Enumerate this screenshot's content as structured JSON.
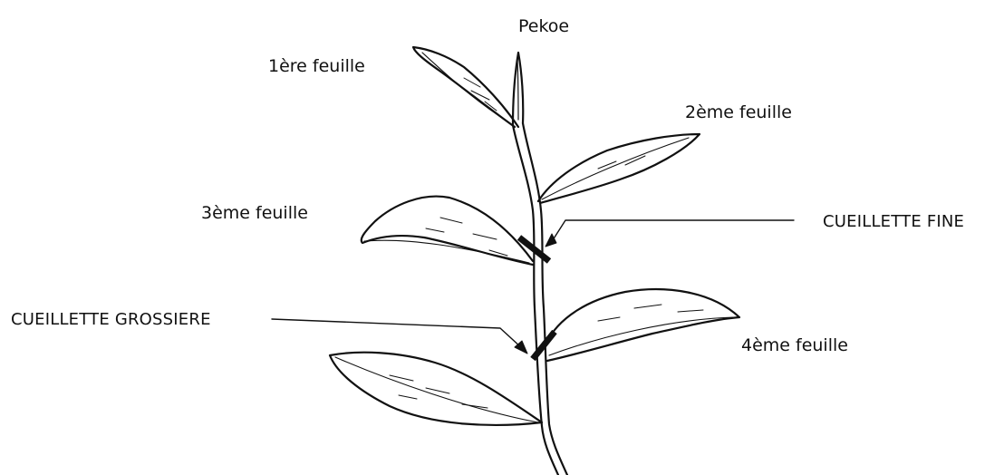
{
  "diagram": {
    "labels": {
      "pekoe": "Pekoe",
      "leaf1": "1ère feuille",
      "leaf2": "2ème feuille",
      "leaf3": "3ème feuille",
      "leaf4": "4ème feuille",
      "fine_picking": "CUEILLETTE FINE",
      "coarse_picking": "CUEILLETTE GROSSIERE"
    },
    "colors": {
      "ink": "#111111",
      "background": "#ffffff"
    }
  }
}
